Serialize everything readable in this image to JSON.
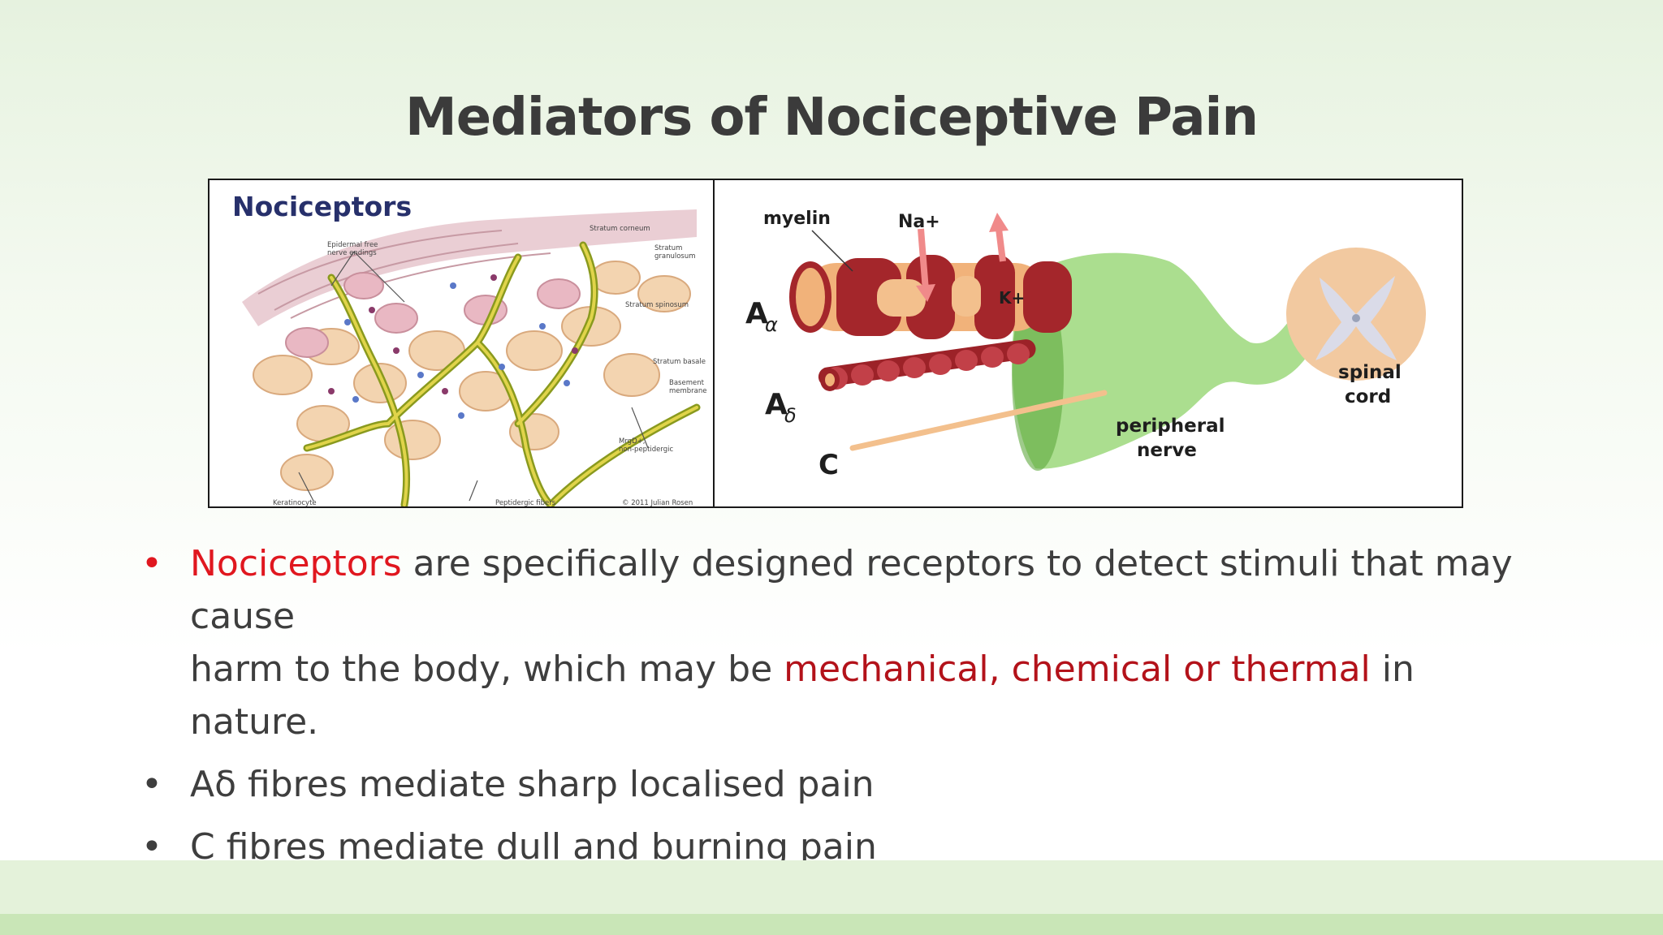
{
  "slide": {
    "title": "Mediators of Nociceptive Pain"
  },
  "figure_left": {
    "heading": "Nociceptors",
    "labels": {
      "epidermal": "Epidermal free",
      "epidermal2": "nerve endings",
      "corneum": "Stratum corneum",
      "granulosum": "Stratum",
      "granulosum2": "granulosum",
      "spinosum": "Stratum spinosum",
      "basale": "Stratum basale",
      "basement": "Basement",
      "basement2": "membrane",
      "mrgd": "MrgD+,",
      "mrgd2": "non-peptidergic",
      "keratinocyte": "Keratinocyte",
      "peptidergic": "Peptidergic fibers",
      "copyright": "© 2011 Julian Rosen"
    }
  },
  "figure_right": {
    "myelin": "myelin",
    "na": "Na+",
    "k": "K+",
    "a_main": "A",
    "alpha": "α",
    "delta": "δ",
    "c": "C",
    "peripheral": "peripheral",
    "nerve": "nerve",
    "spinal": "spinal",
    "cord": "cord"
  },
  "bullets": [
    {
      "highlight": "Nociceptors",
      "text1": " are specifically designed receptors to detect stimuli that may cause",
      "text2": "harm to the body, which may be ",
      "highlight2": "mechanical, chemical or thermal",
      "text3": " in nature."
    },
    {
      "text": "Aδ fibres mediate sharp localised pain"
    },
    {
      "text": "C fibres mediate dull and burning pain"
    }
  ],
  "bullet_symbol": "•",
  "colors": {
    "title": "#3b3b3b",
    "highlight_bright": "#e0171f",
    "highlight_dark": "#b3121a",
    "band": "#e4f2da",
    "band_dark": "#c9e6b7"
  }
}
